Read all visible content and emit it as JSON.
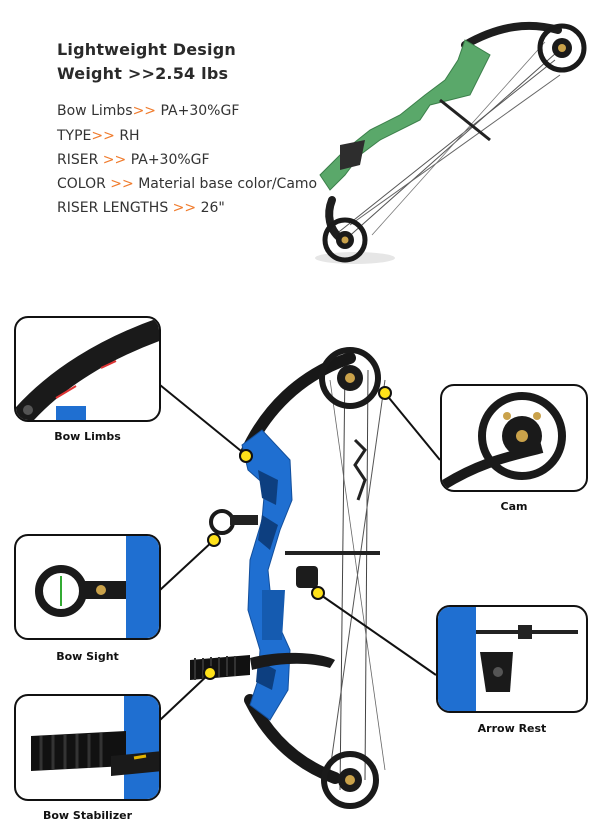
{
  "header": {
    "title_line1": "Lightweight Design",
    "title_line2": "Weight >>2.54 lbs"
  },
  "specs": [
    {
      "label": "Bow Limbs",
      "arrow": ">>",
      "value": " PA+30%GF"
    },
    {
      "label": "TYPE",
      "arrow": ">>",
      "value": " RH"
    },
    {
      "label": "RISER ",
      "arrow": ">>",
      "value": " PA+30%GF"
    },
    {
      "label": "COLOR ",
      "arrow": ">>",
      "value": " Material base color/Camo"
    },
    {
      "label": "RISER LENGTHS ",
      "arrow": ">>",
      "value": " 26\""
    }
  ],
  "callouts": {
    "bow_limbs": "Bow Limbs",
    "cam": "Cam",
    "bow_sight": "Bow Sight",
    "arrow_rest": "Arrow Rest",
    "bow_stabilizer": "Bow Stabilizer"
  },
  "colors": {
    "accent_arrow": "#f07b2c",
    "riser_green": "#5aa86a",
    "riser_blue": "#1f6fd1",
    "marker_yellow": "#ffe21a"
  }
}
